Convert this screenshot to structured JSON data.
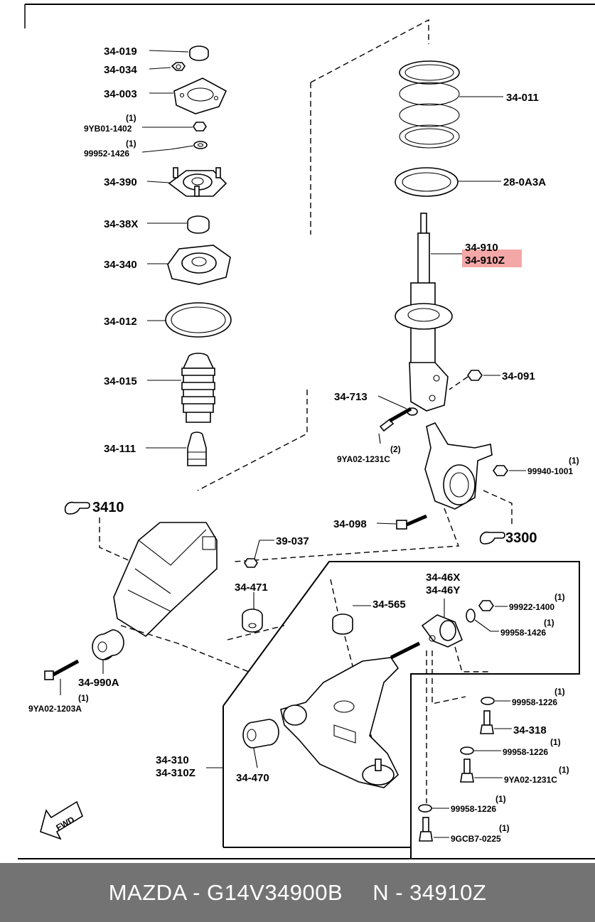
{
  "labels": {
    "p34_019": "34-019",
    "p34_034": "34-034",
    "p34_003": "34-003",
    "q1a": "(1)",
    "p9YB01_1402": "9YB01-1402",
    "q1b": "(1)",
    "p99952_1426": "99952-1426",
    "p34_390": "34-390",
    "p34_38X": "34-38X",
    "p34_340": "34-340",
    "p34_012": "34-012",
    "p34_015": "34-015",
    "p34_111": "34-111",
    "p34_011": "34-011",
    "p28_0A3A": "28-0A3A",
    "p34_910": "34-910",
    "p34_910Z": "34-910Z",
    "p34_091": "34-091",
    "p34_713": "34-713",
    "p9YA02_1231C_a": "9YA02-1231C",
    "q2": "(2)",
    "q1c": "(1)",
    "p99940_1001": "99940-1001",
    "p34_098": "34-098",
    "ref3300": "3300",
    "ref3410": "3410",
    "p39_037": "39-037",
    "p34_471": "34-471",
    "p34_565": "34-565",
    "p34_46X": "34-46X",
    "p34_46Y": "34-46Y",
    "q1d": "(1)",
    "p99922_1400": "99922-1400",
    "q1e": "(1)",
    "p99958_1426": "99958-1426",
    "p34_990A": "34-990A",
    "q1f": "(1)",
    "p9YA02_1203A": "9YA02-1203A",
    "q1g": "(1)",
    "p99958_1226_a": "99958-1226",
    "p34_318": "34-318",
    "q1h": "(1)",
    "p99958_1226_b": "99958-1226",
    "q1i": "(1)",
    "p9YA02_1231C_b": "9YA02-1231C",
    "p34_310": "34-310",
    "p34_310Z": "34-310Z",
    "p34_470": "34-470",
    "q1j": "(1)",
    "p99958_1226_c": "99958-1226",
    "q1k": "(1)",
    "p9GCB7_0225": "9GCB7-0225",
    "fwd": "FWD"
  },
  "highlight_color": "#f4a7a7",
  "footer": {
    "left": "MAZDA - G14V34900B",
    "right": "N - 34910Z",
    "background": "#737373"
  }
}
